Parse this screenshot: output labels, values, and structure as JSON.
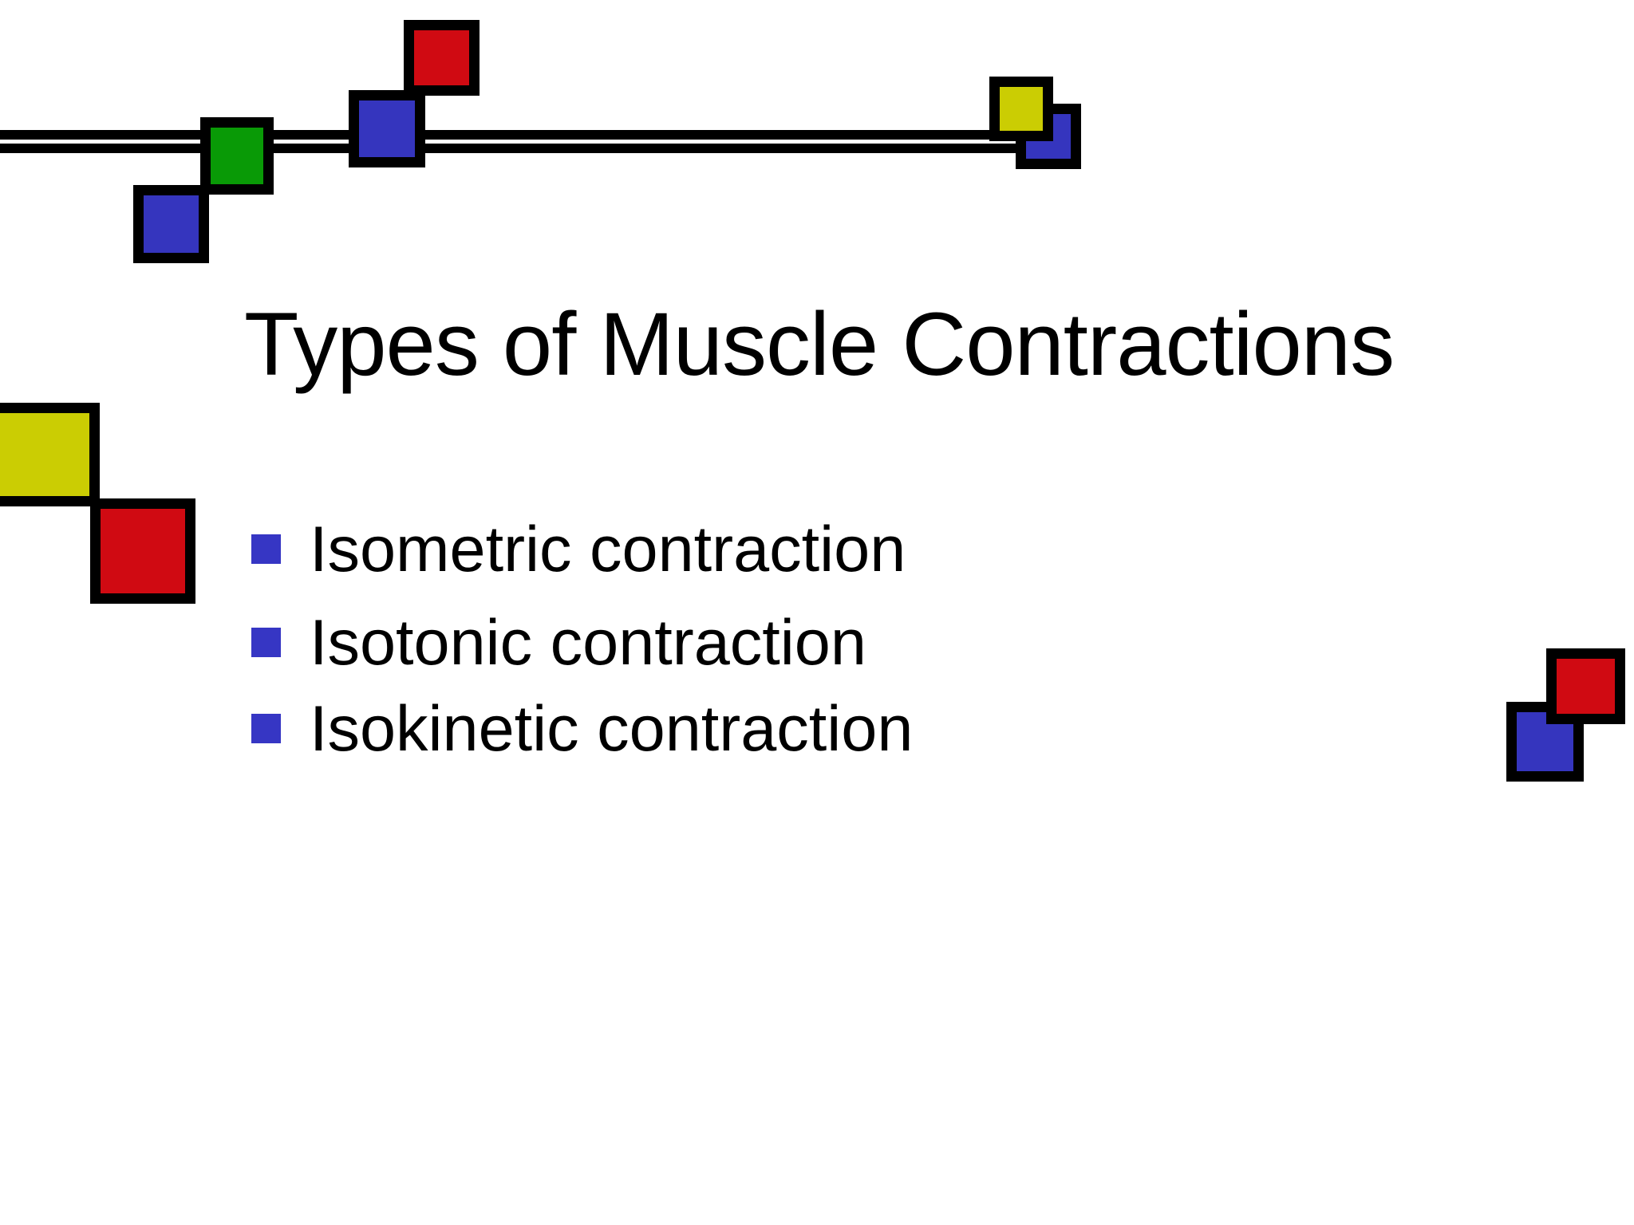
{
  "colors": {
    "background": "#FFFFFF",
    "text": "#000000",
    "line": "#000000",
    "red": "#D00A12",
    "green": "#099A06",
    "blue": "#3535BE",
    "yellow": "#CBCD03",
    "bullet": "#3636C4"
  },
  "slide": {
    "title": "Types of Muscle Contractions",
    "bullets": [
      "Isometric contraction",
      "Isotonic contraction",
      "Isokinetic contraction"
    ]
  },
  "decor": {
    "top_left_group": [
      "blue-square",
      "green-square",
      "blue-square",
      "red-square"
    ],
    "line_end_group": [
      "yellow-square",
      "blue-square"
    ],
    "mid_left_group": [
      "yellow-square",
      "red-square"
    ],
    "lower_right_group": [
      "red-square",
      "blue-square"
    ]
  }
}
